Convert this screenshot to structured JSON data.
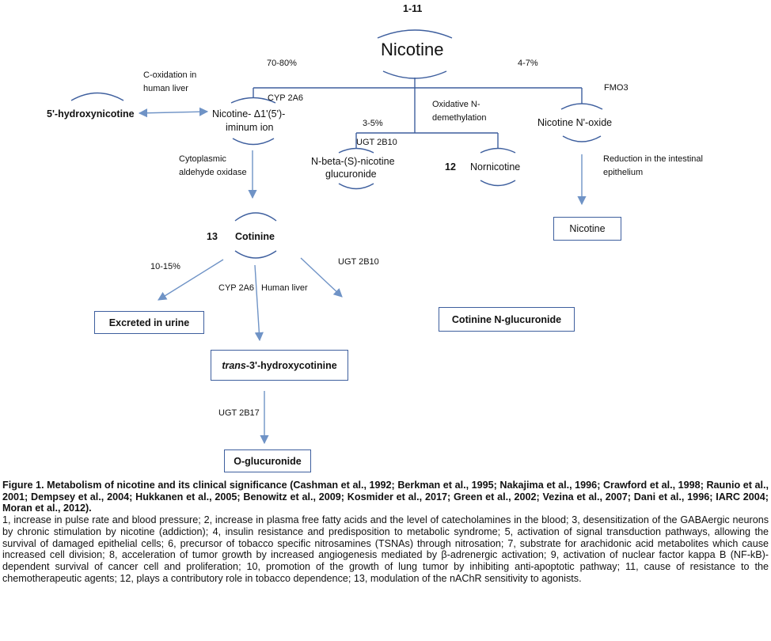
{
  "diagram": {
    "top_numbers": "1-11",
    "nicotine": "Nicotine",
    "pct_70_80": "70-80%",
    "pct_4_7": "4-7%",
    "pct_3_5": "3-5%",
    "pct_10_15": "10-15%",
    "c_oxidation": [
      "C-oxidation in",
      "human liver"
    ],
    "hydroxynicotine_5": "5'-hydroxynicotine",
    "cyp2a6_top": "CYP 2A6",
    "iminium": [
      "Nicotine- Δ1'(5')-",
      "iminum ion"
    ],
    "oxidative": [
      "Oxidative N-",
      "demethylation"
    ],
    "fmo3": "FMO3",
    "n_oxide": "Nicotine N'-oxide",
    "ugt2b10_top": "UGT 2B10",
    "glucuronide": [
      "N-beta-(S)-nicotine",
      "glucuronide"
    ],
    "num_12": "12",
    "nornicotine": "Nornicotine",
    "reduction": [
      "Reduction in the intestinal",
      "epithelium"
    ],
    "cytoplasmic": [
      "Cytoplasmic",
      "aldehyde oxidase"
    ],
    "nicotine_box": "Nicotine",
    "num_13": "13",
    "cotinine": "Cotinine",
    "ugt2b10_bottom": "UGT 2B10",
    "cyp2a6_bottom": "CYP 2A6",
    "human_liver": "Human liver",
    "excreted": "Excreted in urine",
    "cotinine_n_gluc": "Cotinine N-glucuronide",
    "trans_prefix": "trans",
    "trans_rest": "-3'-hydroxycotinine",
    "ugt2b17": "UGT 2B17",
    "o_gluc": "O-glucuronide"
  },
  "caption": {
    "title": "Figure 1. Metabolism of nicotine and its clinical significance (Cashman et al., 1992; Berkman et al., 1995; Nakajima et al., 1996; Crawford et al., 1998; Raunio et al., 2001; Dempsey et al., 2004; Hukkanen et al., 2005; Benowitz et al., 2009; Kosmider et al., 2017; Green et al., 2002; Vezina et al., 2007; Dani et al., 1996; IARC 2004; Moran et al., 2012).",
    "body": "1, increase in pulse rate and blood pressure; 2, increase in plasma free fatty acids and the level of catecholamines in the blood; 3, desensitization of the GABAergic neurons by chronic stimulation by nicotine (addiction); 4, insulin resistance and predisposition to metabolic syndrome; 5, activation of signal transduction pathways, allowing the survival of damaged epithelial cells; 6, precursor of tobacco specific nitrosamines (TSNAs) through nitrosation; 7, substrate for arachidonic acid metabolites which cause increased cell division; 8, acceleration of tumor growth by increased angiogenesis mediated by β-adrenergic activation; 9, activation of nuclear factor kappa B (NF-kB)-dependent survival of cancer cell and proliferation; 10, promotion of the growth of lung tumor by inhibiting anti-apoptotic pathway; 11, cause of resistance to the chemotherapeutic agents; 12, plays a contributory role in tobacco dependence; 13, modulation of the nAChR sensitivity to agonists."
  },
  "colors": {
    "line": "#3e5f9e",
    "arrow": "#6f93c6",
    "text": "#111111"
  }
}
